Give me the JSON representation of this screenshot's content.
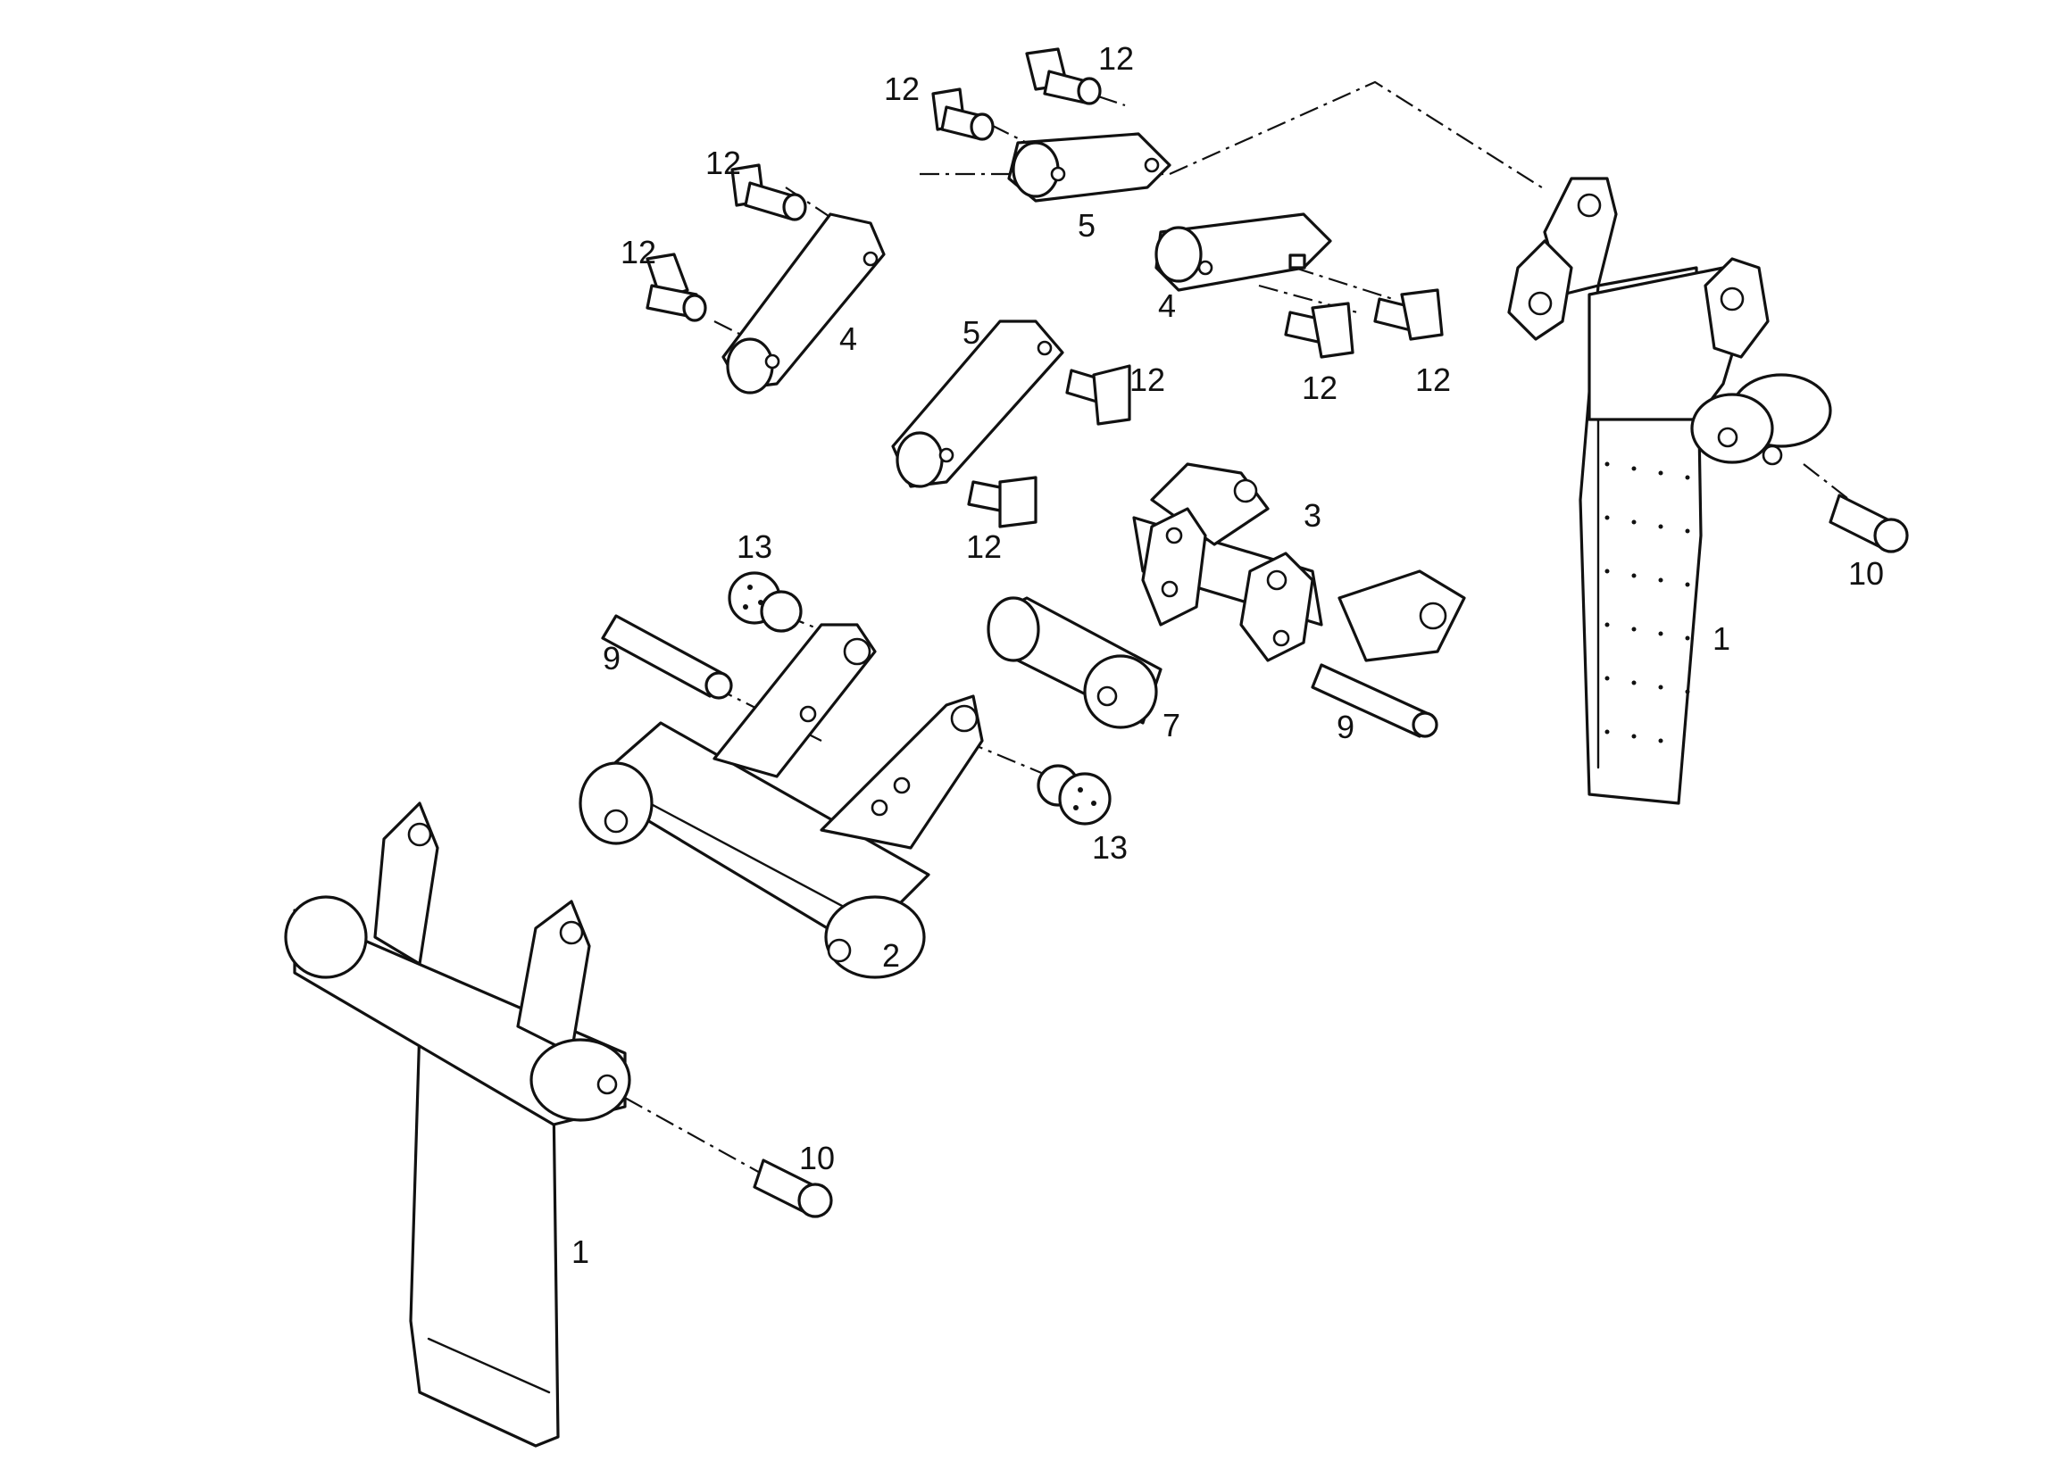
{
  "diagram": {
    "labels": {
      "l1a": "1",
      "l1b": "1",
      "l2": "2",
      "l3": "3",
      "l4a": "4",
      "l4b": "4",
      "l5a": "5",
      "l5b": "5",
      "l7": "7",
      "l9a": "9",
      "l9b": "9",
      "l10a": "10",
      "l10b": "10",
      "l12a": "12",
      "l12b": "12",
      "l12c": "12",
      "l12d": "12",
      "l12e": "12",
      "l12f": "12",
      "l12g": "12",
      "l12h": "12",
      "l13a": "13",
      "l13b": "13"
    }
  }
}
